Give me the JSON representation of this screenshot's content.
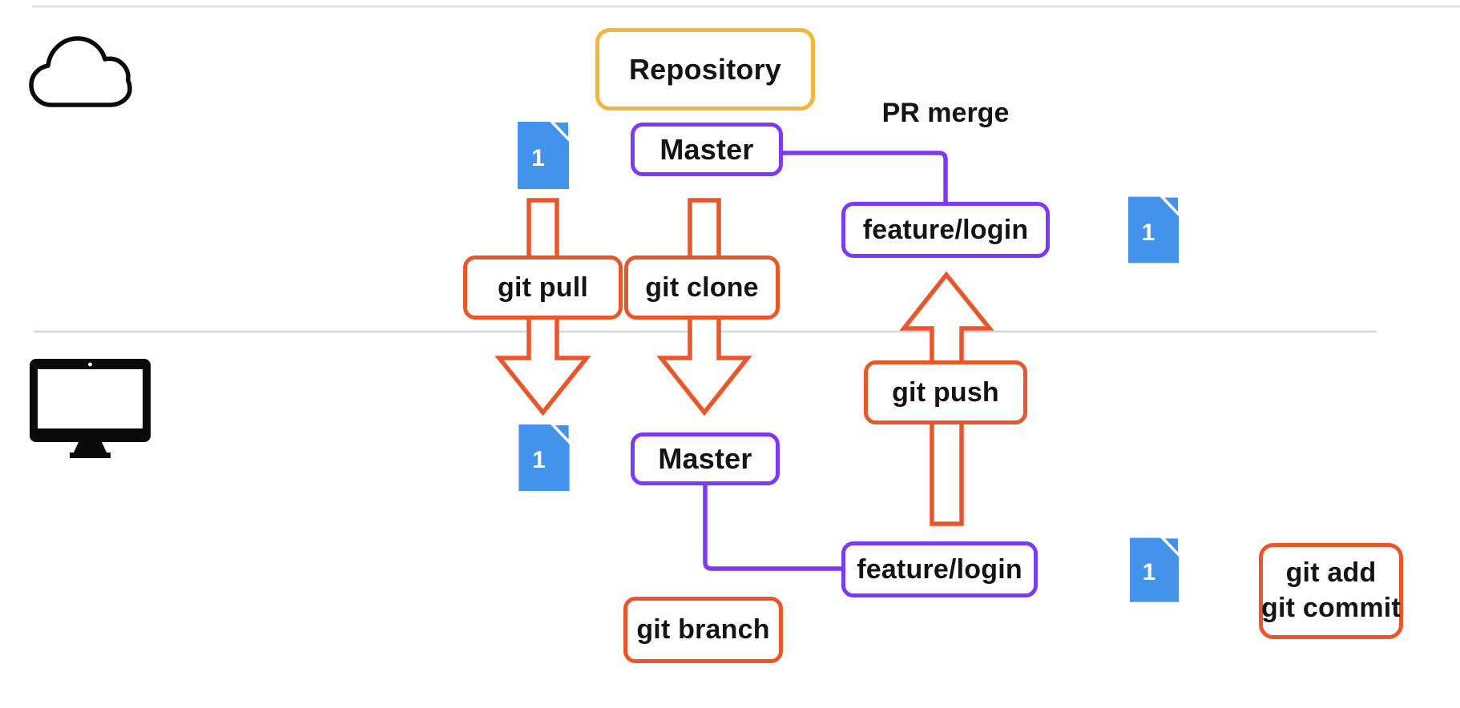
{
  "remote_section": {
    "cloud_icon": "cloud-icon",
    "repository": "Repository",
    "master": "Master",
    "feature_branch": "feature/login",
    "pr_merge": "PR merge",
    "master_file_badge": "1",
    "feature_file_badge": "1"
  },
  "local_section": {
    "computer_icon": "monitor-icon",
    "master": "Master",
    "feature_branch": "feature/login",
    "master_file_badge": "1",
    "feature_file_badge": "1",
    "git_add_commit": {
      "line1": "git add",
      "line2": "git commit"
    }
  },
  "commands": {
    "pull": "git pull",
    "clone": "git clone",
    "push": "git push",
    "branch": "git branch"
  },
  "colors": {
    "amber": "#F2B63C",
    "purple": "#7D3AF0",
    "orange": "#E7572C",
    "file_blue": "#4493EB",
    "divider_gray": "#D6D6D6",
    "top_rule_gray": "#E3E3E3",
    "text": "#141414",
    "icon_black": "#0A0A0A"
  }
}
